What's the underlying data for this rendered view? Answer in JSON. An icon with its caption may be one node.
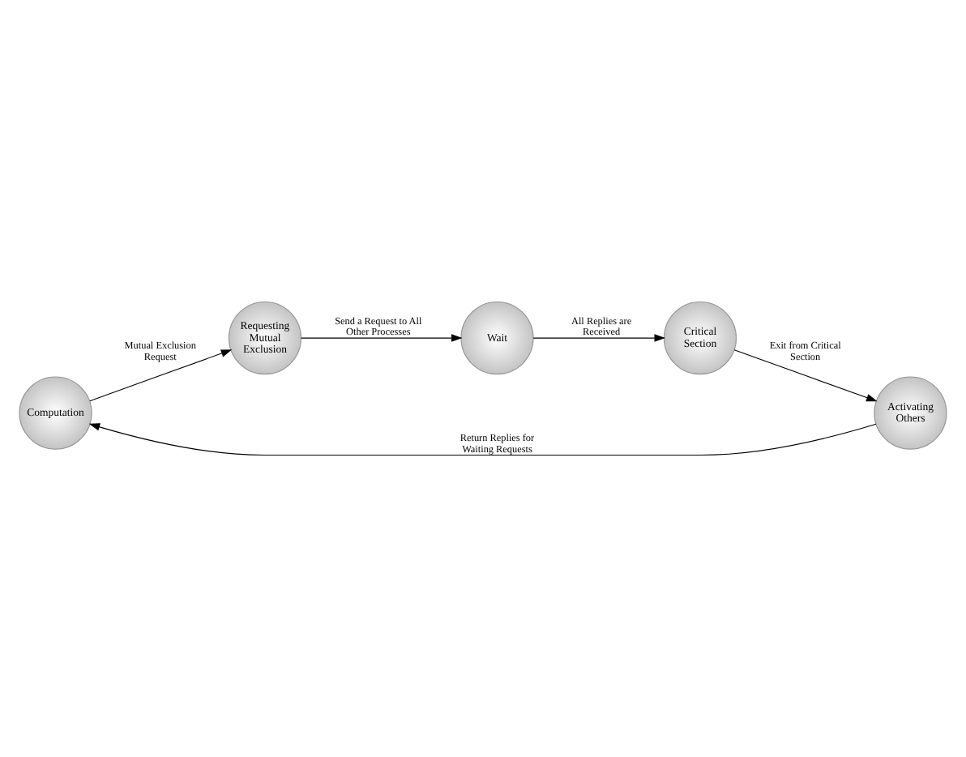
{
  "diagram": {
    "nodes": [
      {
        "text": [
          "Computation"
        ]
      },
      {
        "text": [
          "Requesting Mutual Exclusion"
        ]
      },
      {
        "text": [
          "Wait"
        ]
      },
      {
        "text": [
          "Critical Section"
        ]
      },
      {
        "text": [
          "Activating Others"
        ]
      }
    ],
    "edges": [
      {
        "from": 0,
        "to": 1,
        "arrow": "to",
        "label": "Mutual Exclusion Request"
      },
      {
        "from": 1,
        "to": 2,
        "arrow": "to",
        "label": "Send a Request to All Other Processes"
      },
      {
        "from": 2,
        "to": 3,
        "arrow": "to",
        "label": "All Replies are Received"
      },
      {
        "from": 3,
        "to": 4,
        "arrow": "to",
        "label": "Exit from Critical Section"
      },
      {
        "from": 4,
        "to": 0,
        "arrow": "to",
        "label": "Return Replies for Waiting Requests"
      }
    ]
  }
}
